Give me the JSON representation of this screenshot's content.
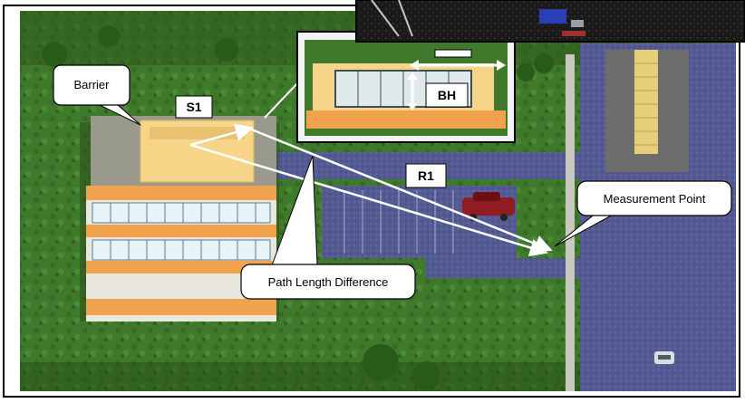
{
  "labels": {
    "barrier": "Barrier",
    "s1": "S1",
    "bh": "BH",
    "r1": "R1",
    "measurement_point": "Measurement Point",
    "path_length_difference": "Path Length Difference"
  },
  "colors": {
    "grass": "#3f7a2c",
    "road": "#545a92",
    "building_roof": "#9a9a8c",
    "barrier_fill": "#f6d488",
    "facade_orange": "#f0a34c",
    "window": "#e8f3f8",
    "arrow": "#ffffff",
    "car": "#8e1c20",
    "frame": "#000000"
  },
  "icons": [
    "car-icon",
    "tree-icon",
    "inset-camera-view",
    "inset-barrier-detail"
  ]
}
